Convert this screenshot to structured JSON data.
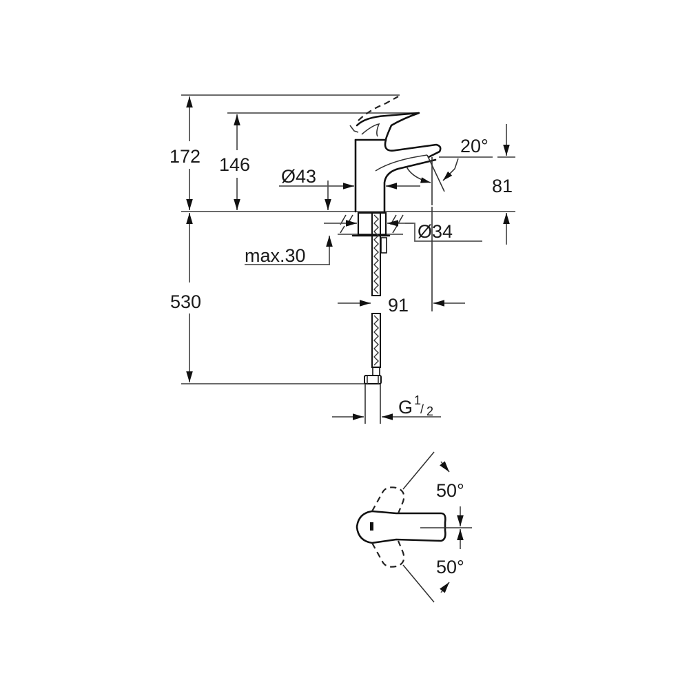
{
  "drawing": {
    "subject": "Single-lever basin mixer tap – technical dimension drawing",
    "side_view": {
      "dimensions": {
        "total_height": "172",
        "spout_height": "146",
        "body_diameter": "Ø43",
        "spout_angle": "20°",
        "spout_outlet_height": "81",
        "hole_diameter": "Ø34",
        "max_deck_thickness": "max.30",
        "spout_projection": "91",
        "hose_length": "530",
        "connection_thread": "G",
        "connection_fraction_num": "1",
        "connection_fraction_den": "2"
      }
    },
    "top_view": {
      "dimensions": {
        "lever_rotation_up": "50°",
        "lever_rotation_down": "50°"
      }
    }
  }
}
